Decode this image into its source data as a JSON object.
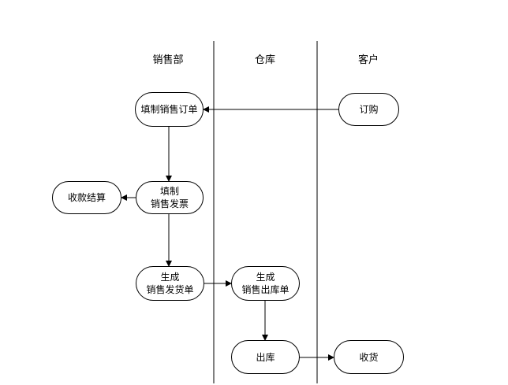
{
  "lanes": {
    "sales": "销售部",
    "warehouse": "仓库",
    "customer": "客户"
  },
  "nodes": {
    "fill_order": "填制销售订单",
    "order": "订购",
    "collect_payment": "收款结算",
    "fill_invoice": "填制\n销售发票",
    "gen_delivery": "生成\n销售发货单",
    "gen_outbound": "生成\n销售出库单",
    "outbound": "出库",
    "receive": "收货"
  }
}
